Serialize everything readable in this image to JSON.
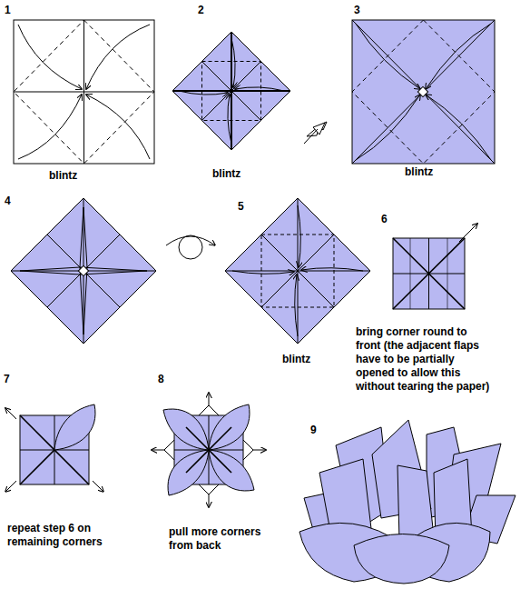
{
  "diagram": {
    "labels": [
      "1",
      "blintz",
      "2",
      "blintz",
      "3",
      "blintz",
      "4",
      "5",
      "blintz",
      "6",
      "bring corner round to front (the adjacent flaps have to be partially opened to allow this without tearing the paper)",
      "7",
      "repeat step 6 on remaining corners",
      "8",
      "pull more corners from back",
      "9"
    ]
  }
}
